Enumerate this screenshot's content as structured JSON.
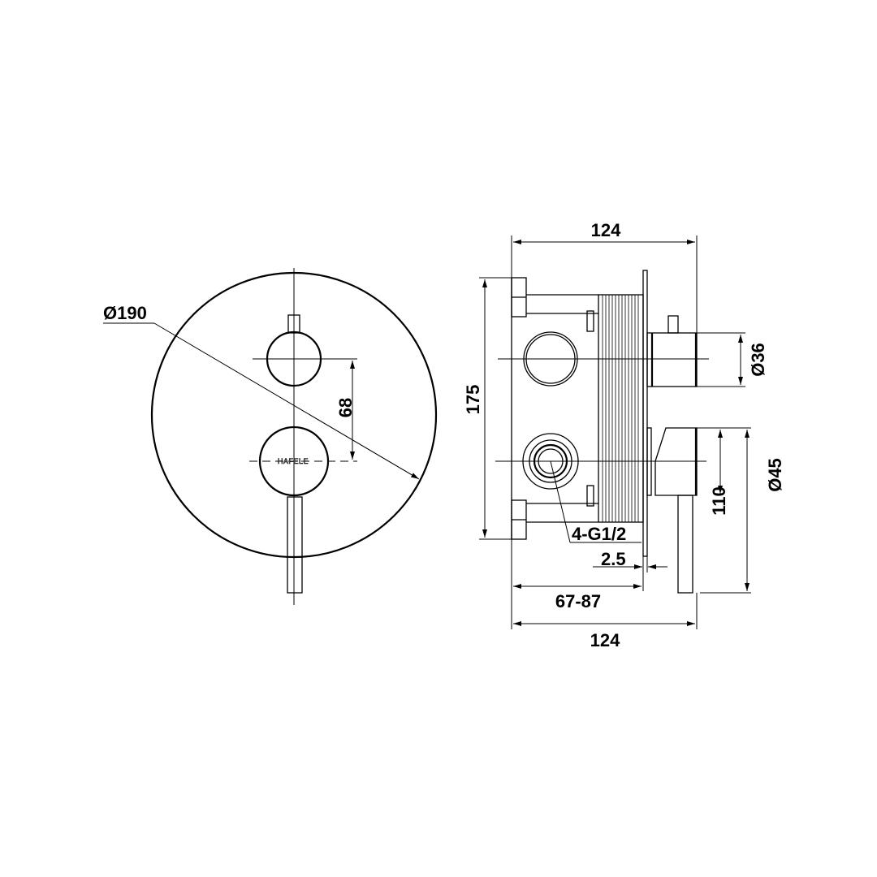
{
  "front_view": {
    "diameter_label": "Ø190",
    "spacing_label": "68",
    "logo_text": "HAFELE"
  },
  "side_view": {
    "width_top_label": "124",
    "height_label": "175",
    "spindle_diameter_label": "Ø36",
    "handle_diameter_label": "Ø45",
    "handle_length_label": "110",
    "connection_label": "4-G1/2",
    "plate_thickness_label": "2.5",
    "depth_range_label": "67-87",
    "width_bottom_label": "124"
  },
  "colors": {
    "line": "#000000",
    "background": "#ffffff"
  }
}
